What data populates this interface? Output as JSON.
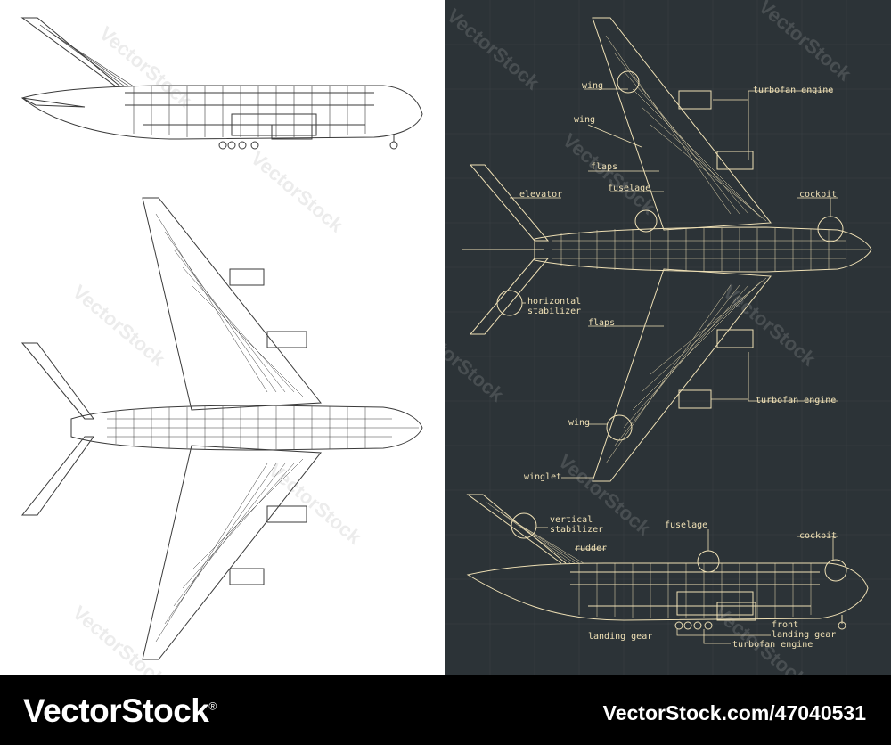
{
  "colors": {
    "dark_background": "#2c3337",
    "blueprint_line": "#efe0b5",
    "light_line": "#3a3a3a",
    "footer": "#000000"
  },
  "labels": {
    "wing": "wing",
    "turbofan_engine": "turbofan engine",
    "flaps": "flaps",
    "fuselage": "fuselage",
    "elevator": "elevator",
    "cockpit": "cockpit",
    "horizontal_stabilizer_1": "horizontal",
    "horizontal_stabilizer_2": "stabilizer",
    "winglet": "winglet",
    "vertical_stabilizer_1": "vertical",
    "vertical_stabilizer_2": "stabilizer",
    "rudder": "rudder",
    "front_landing_gear_1": "front",
    "front_landing_gear_2": "landing gear",
    "landing_gear": "landing gear"
  },
  "watermark": "VectorStock",
  "footer": {
    "brand": "VectorStock",
    "brand_reg": "®",
    "image_id": "VectorStock.com/47040531"
  }
}
